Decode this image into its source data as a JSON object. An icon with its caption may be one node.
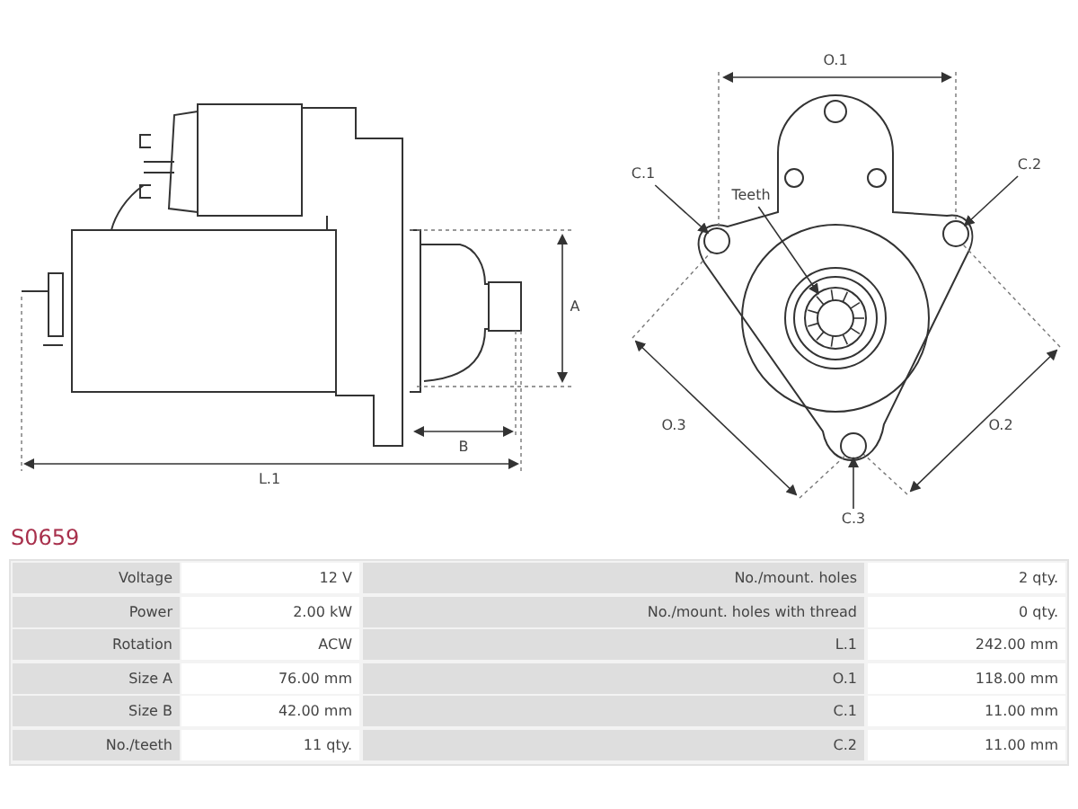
{
  "diagram": {
    "title": "S0659",
    "nodes": [
      {
        "text": [
          "C.1"
        ]
      },
      {
        "text": [],
        "shape": "circle"
      },
      {
        "text": [
          "Teeth"
        ]
      },
      {
        "text": [],
        "shape": "circle"
      },
      {
        "text": [
          "C.2"
        ]
      },
      {
        "text": [],
        "shape": "circle"
      },
      {
        "text": [
          "C.3"
        ]
      },
      {
        "text": [],
        "shape": "circle"
      }
    ],
    "edges": [
      {
        "from": 0,
        "to": 1,
        "arrow": "to"
      },
      {
        "from": 2,
        "to": 3,
        "arrow": "to"
      },
      {
        "from": 4,
        "to": 5,
        "arrow": "to"
      },
      {
        "from": 6,
        "to": 7,
        "arrow": "to"
      }
    ],
    "labels": [
      "A",
      "B",
      "L.1",
      "O.1",
      "O.3",
      "O.2",
      "Voltage",
      "12 V",
      "No./mount. holes",
      "2 qty.",
      "Power",
      "2.00 kW",
      "No./mount. holes with thread",
      "0 qty.",
      "Rotation",
      "ACW",
      "L.1",
      "242.00 mm",
      "Size A",
      "76.00 mm",
      "O.1",
      "118.00 mm",
      "Size B",
      "42.00 mm",
      "C.1",
      "11.00 mm",
      "No./teeth",
      "11 qty.",
      "C.2",
      "11.00 mm"
    ]
  }
}
